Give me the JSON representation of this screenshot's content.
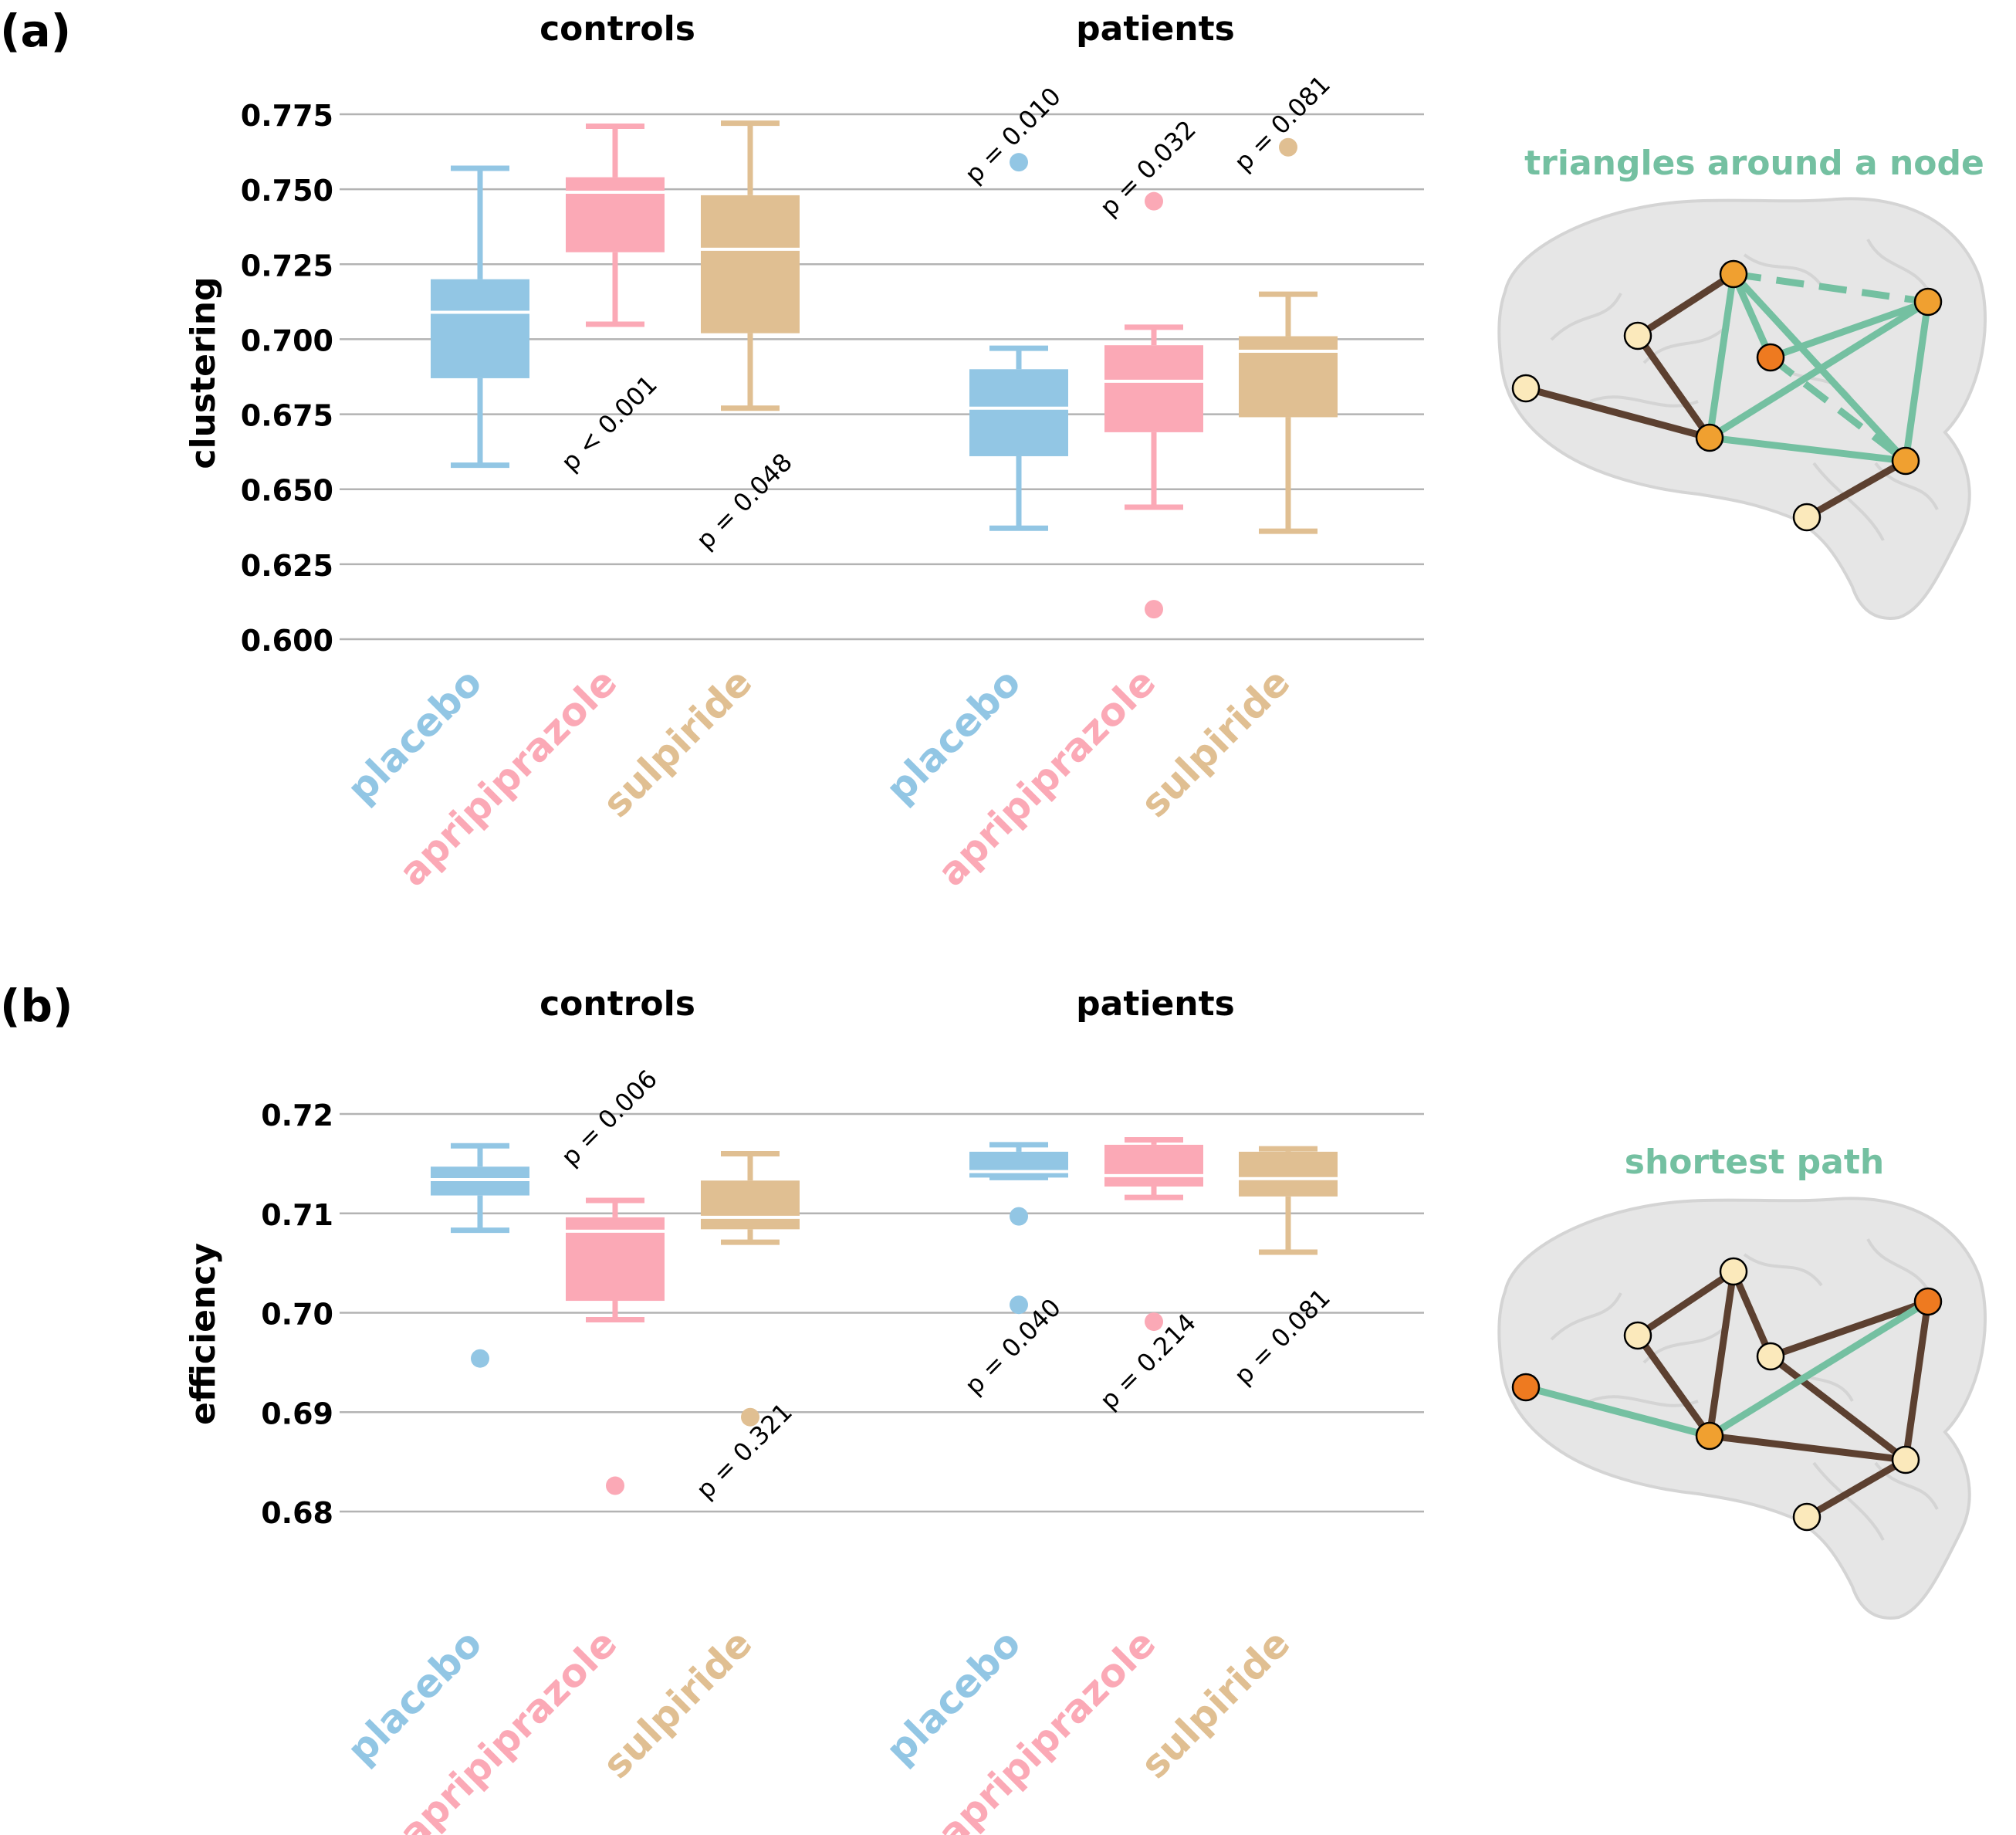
{
  "colors": {
    "placebo": "#92c6e4",
    "aripiprazole": "#fba9b6",
    "sulpiride": "#e0bf92",
    "grid": "#b3b3b3",
    "green": "#74c0a1",
    "brown": "#5c4030",
    "node_light": "#fbe9bb",
    "node_mid": "#f0a030",
    "node_dark": "#ee7a20",
    "brain_fill": "#e6e6e6"
  },
  "panel_a": {
    "label": "(a)",
    "ylabel": "clustering",
    "inset_title": "triangles around a node"
  },
  "panel_b": {
    "label": "(b)",
    "ylabel": "efficiency",
    "inset_title": "shortest path"
  },
  "chart_data": [
    {
      "type": "box",
      "panel": "(a)",
      "ylabel": "clustering",
      "ylim": [
        0.6,
        0.775
      ],
      "yticks": [
        "0.600",
        "0.625",
        "0.650",
        "0.675",
        "0.700",
        "0.725",
        "0.750",
        "0.775"
      ],
      "grid": true,
      "groups": [
        "controls",
        "patients"
      ],
      "categories": [
        "placebo",
        "apripiprazole",
        "sulpiride"
      ],
      "boxes": [
        {
          "group": "controls",
          "category": "placebo",
          "whisker_low": 0.658,
          "q1": 0.687,
          "median": 0.709,
          "q3": 0.72,
          "whisker_high": 0.757,
          "outliers": []
        },
        {
          "group": "controls",
          "category": "apripiprazole",
          "whisker_low": 0.705,
          "q1": 0.729,
          "median": 0.749,
          "q3": 0.754,
          "whisker_high": 0.771,
          "outliers": []
        },
        {
          "group": "controls",
          "category": "sulpiride",
          "whisker_low": 0.677,
          "q1": 0.702,
          "median": 0.73,
          "q3": 0.748,
          "whisker_high": 0.772,
          "outliers": []
        },
        {
          "group": "patients",
          "category": "placebo",
          "whisker_low": 0.637,
          "q1": 0.661,
          "median": 0.677,
          "q3": 0.69,
          "whisker_high": 0.697,
          "outliers": [
            0.759
          ]
        },
        {
          "group": "patients",
          "category": "apripiprazole",
          "whisker_low": 0.644,
          "q1": 0.669,
          "median": 0.686,
          "q3": 0.698,
          "whisker_high": 0.704,
          "outliers": [
            0.746,
            0.61
          ]
        },
        {
          "group": "patients",
          "category": "sulpiride",
          "whisker_low": 0.636,
          "q1": 0.674,
          "median": 0.696,
          "q3": 0.701,
          "whisker_high": 0.715,
          "outliers": [
            0.764
          ]
        }
      ],
      "annotations": [
        {
          "text": "p < 0.001",
          "group": "controls",
          "category": "apripiprazole",
          "y": 0.67
        },
        {
          "text": "p = 0.048",
          "group": "controls",
          "category": "sulpiride",
          "y": 0.644
        },
        {
          "text": "p = 0.010",
          "group": "patients",
          "category": "placebo",
          "y": 0.766
        },
        {
          "text": "p = 0.032",
          "group": "patients",
          "category": "apripiprazole",
          "y": 0.755
        },
        {
          "text": "p = 0.081",
          "group": "patients",
          "category": "sulpiride",
          "y": 0.77
        }
      ]
    },
    {
      "type": "box",
      "panel": "(b)",
      "ylabel": "efficiency",
      "ylim": [
        0.68,
        0.72
      ],
      "yticks": [
        "0.68",
        "0.69",
        "0.70",
        "0.71",
        "0.72"
      ],
      "grid": true,
      "groups": [
        "controls",
        "patients"
      ],
      "categories": [
        "placebo",
        "apripiprazole",
        "sulpiride"
      ],
      "boxes": [
        {
          "group": "controls",
          "category": "placebo",
          "whisker_low": 0.7083,
          "q1": 0.7118,
          "median": 0.7134,
          "q3": 0.7147,
          "whisker_high": 0.7168,
          "outliers": [
            0.6954
          ]
        },
        {
          "group": "controls",
          "category": "apripiprazole",
          "whisker_low": 0.6993,
          "q1": 0.7012,
          "median": 0.7082,
          "q3": 0.7096,
          "whisker_high": 0.7113,
          "outliers": [
            0.6826
          ]
        },
        {
          "group": "controls",
          "category": "sulpiride",
          "whisker_low": 0.7071,
          "q1": 0.7084,
          "median": 0.7096,
          "q3": 0.7133,
          "whisker_high": 0.716,
          "outliers": [
            0.6895
          ]
        },
        {
          "group": "patients",
          "category": "placebo",
          "whisker_low": 0.7136,
          "q1": 0.7136,
          "median": 0.7142,
          "q3": 0.7162,
          "whisker_high": 0.7169,
          "outliers": [
            0.7097,
            0.7008
          ]
        },
        {
          "group": "patients",
          "category": "apripiprazole",
          "whisker_low": 0.7116,
          "q1": 0.7127,
          "median": 0.7138,
          "q3": 0.7169,
          "whisker_high": 0.7174,
          "outliers": [
            0.6991
          ]
        },
        {
          "group": "patients",
          "category": "sulpiride",
          "whisker_low": 0.7061,
          "q1": 0.7117,
          "median": 0.7135,
          "q3": 0.7162,
          "whisker_high": 0.7165,
          "outliers": []
        }
      ],
      "annotations": [
        {
          "text": "p = 0.006",
          "group": "controls",
          "category": "apripiprazole",
          "y": 0.719
        },
        {
          "text": "p = 0.321",
          "group": "controls",
          "category": "sulpiride",
          "y": 0.6855
        },
        {
          "text": "p = 0.040",
          "group": "patients",
          "category": "placebo",
          "y": 0.696
        },
        {
          "text": "p = 0.214",
          "group": "patients",
          "category": "apripiprazole",
          "y": 0.6945
        },
        {
          "text": "p = 0.081",
          "group": "patients",
          "category": "sulpiride",
          "y": 0.697
        }
      ]
    }
  ]
}
